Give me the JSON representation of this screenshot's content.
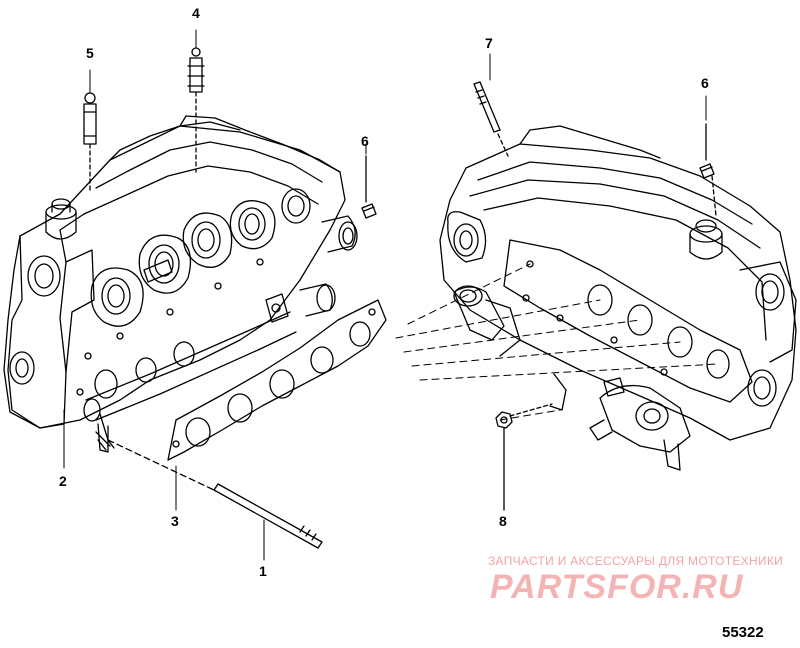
{
  "callouts": {
    "c1": "1",
    "c2": "2",
    "c3": "3",
    "c4": "4",
    "c5": "5",
    "c6_left": "6",
    "c6_right": "6",
    "c7": "7",
    "c8": "8"
  },
  "watermark": {
    "tagline": "ЗАПЧАСТИ И АКСЕССУАРЫ ДЛЯ МОТОТЕХНИКИ",
    "logo": "PARTSFOR.RU",
    "color": "#e85a5a"
  },
  "figure_id": "55322"
}
